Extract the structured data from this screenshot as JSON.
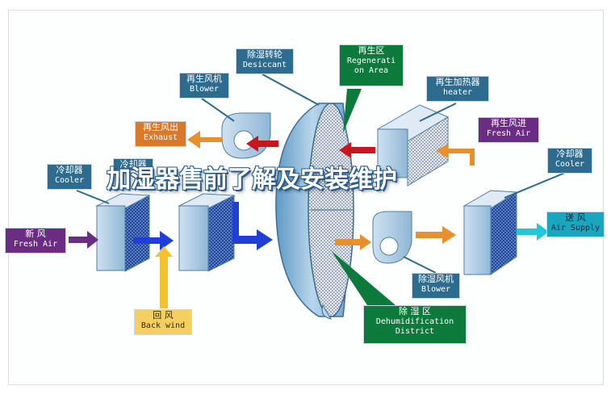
{
  "title": "加湿器售前了解及安装维护",
  "labels": {
    "desiccant": {
      "zh": "除湿转轮",
      "en": "Desiccant"
    },
    "regeneration": {
      "zh": "再生区",
      "en1": "Regenerati",
      "en2": "on Area"
    },
    "blower_top": {
      "zh": "再生风机",
      "en": "Blower"
    },
    "heater": {
      "zh": "再生加热器",
      "en": "heater"
    },
    "exhaust": {
      "zh": "再生风出",
      "en": "Exhaust"
    },
    "fresh_air_in": {
      "zh": "再生风进",
      "en": "Fresh Air"
    },
    "cooler_left": {
      "zh": "冷却器",
      "en": "Cooler"
    },
    "cooler_right": {
      "zh": "冷却器",
      "en": "Cooler"
    },
    "cooler_mid_partial": {
      "zh": "冷却器"
    },
    "fresh_air_left": {
      "zh": "新    风",
      "en": "Fresh Air"
    },
    "air_supply": {
      "zh": "送    风",
      "en": "Air Supply"
    },
    "back_wind": {
      "zh": "回    风",
      "en": "Back wind"
    },
    "blower_bottom": {
      "zh": "除湿风机",
      "en": "Blower"
    },
    "dehumid": {
      "zh": "除    湿    区",
      "en1": "Dehumidification",
      "en2": "District"
    }
  },
  "colors": {
    "label_blue": "#2d6c8f",
    "label_orange": "#d97a2a",
    "label_purple": "#6b2c84",
    "label_green": "#0b7a3a",
    "label_cyan": "#1ba6bf",
    "label_yellow": "#f4d060",
    "arrow_red": "#c8161e",
    "arrow_orange": "#e8902e",
    "arrow_blue": "#1f3fd8",
    "arrow_yellow": "#f2c230",
    "arrow_purple": "#6b2c84",
    "arrow_cyan": "#26c6da"
  }
}
